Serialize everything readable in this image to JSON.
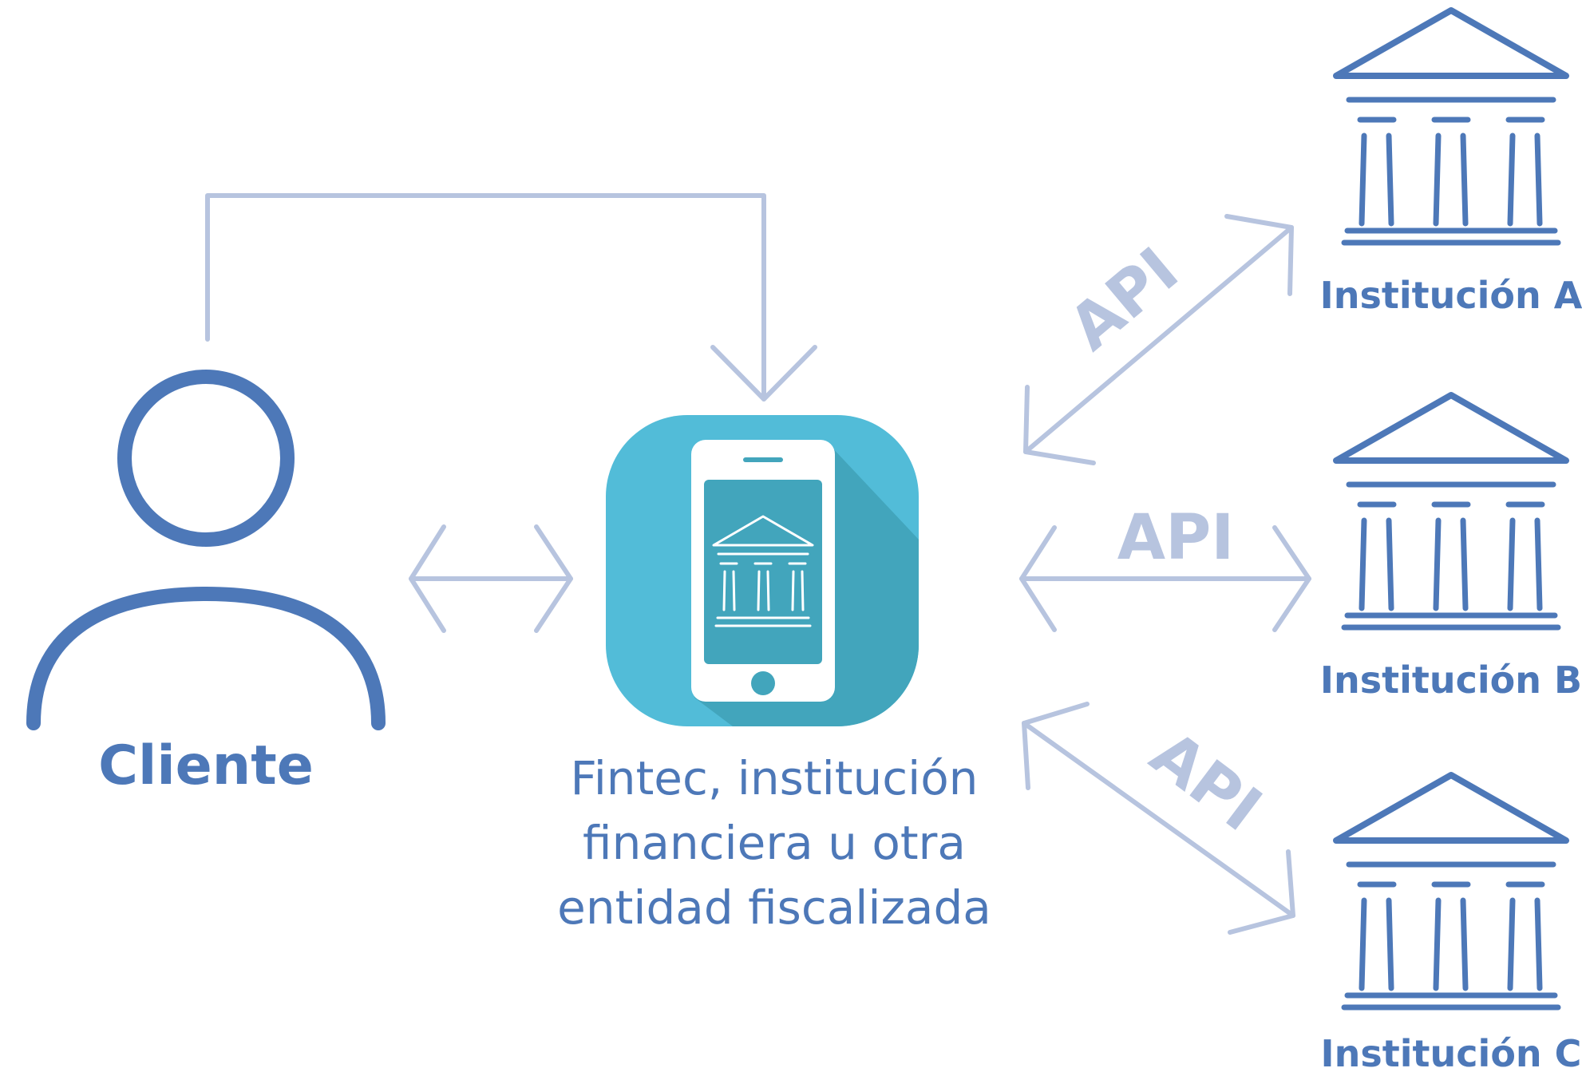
{
  "client": {
    "label": "Cliente"
  },
  "fintec": {
    "label_lines": [
      "Fintec, institución",
      "financiera u otra",
      "entidad fiscalizada"
    ]
  },
  "institutions": [
    {
      "label": "Institución A"
    },
    {
      "label": "Institución B"
    },
    {
      "label": "Institución C"
    }
  ],
  "api_labels": [
    "API",
    "API",
    "API"
  ],
  "colors": {
    "primary": "#4d78b8",
    "connector": "#b7c4df",
    "app_tile": "#52bcd8",
    "app_tile_shadow": "#42a5bc",
    "screen": "#42a5bc"
  },
  "icons": {
    "client": "person-icon",
    "app": "mobile-banking-app-icon",
    "institution": "bank-building-icon"
  }
}
